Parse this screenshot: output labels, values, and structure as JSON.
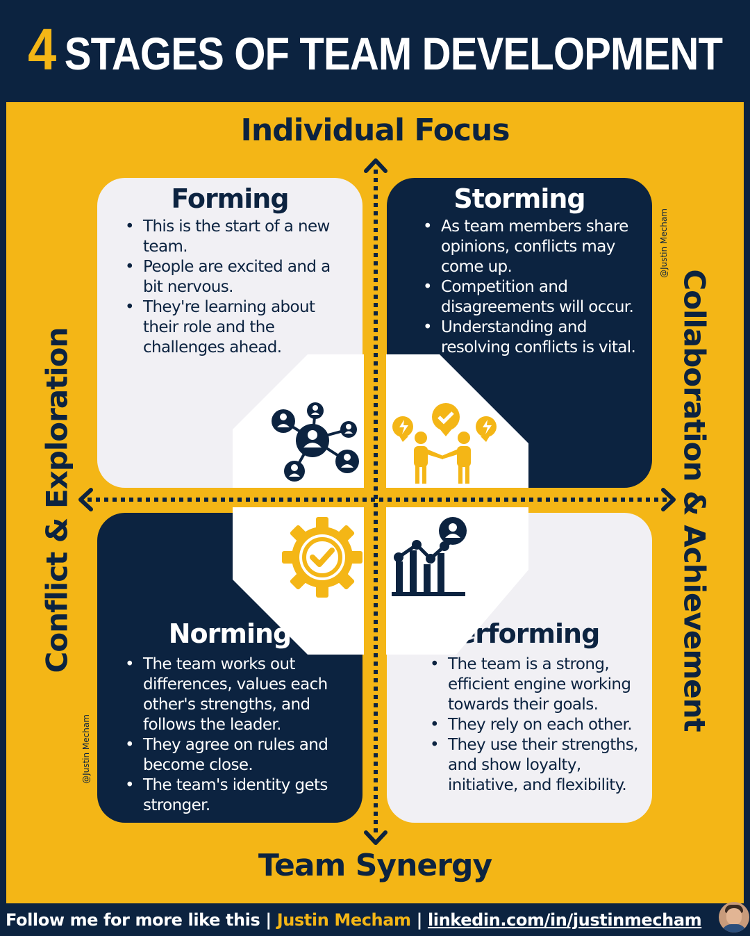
{
  "header": {
    "title_number": "4",
    "title_text": "STAGES OF TEAM DEVELOPMENT"
  },
  "axes": {
    "top": "Individual Focus",
    "bottom": "Team Synergy",
    "left": "Conflict & Exploration",
    "right": "Collaboration & Achievement"
  },
  "watermark": "@Justin Mecham",
  "quadrants": {
    "forming": {
      "title": "Forming",
      "bullets": [
        "This is the start of a new team.",
        "People are excited and a bit nervous.",
        "They're learning about their role and the challenges ahead."
      ]
    },
    "storming": {
      "title": "Storming",
      "bullets": [
        "As team members share opinions, conflicts may come up.",
        "Competition and disagreements will occur.",
        "Understanding and resolving conflicts is vital."
      ]
    },
    "norming": {
      "title": "Norming",
      "bullets": [
        "The team works out differences, values each other's strengths, and follows the leader.",
        "They agree on rules and become close.",
        "The team's identity gets stronger."
      ]
    },
    "performing": {
      "title": "Performing",
      "bullets": [
        "The team is a strong, efficient engine working towards their goals.",
        "They rely on each other.",
        "They use their strengths, and show loyalty, initiative, and flexibility."
      ]
    }
  },
  "icons": {
    "forming": "network-people-icon",
    "storming": "conflict-people-icon",
    "norming": "gear-check-icon",
    "performing": "growth-chart-icon"
  },
  "footer": {
    "prefix": "Follow me for more like this",
    "separator": "|",
    "name": "Justin Mecham",
    "link": "linkedin.com/in/justinmecham"
  },
  "colors": {
    "navy": "#0c2340",
    "gold": "#f4b616",
    "light": "#f1f0f4"
  }
}
